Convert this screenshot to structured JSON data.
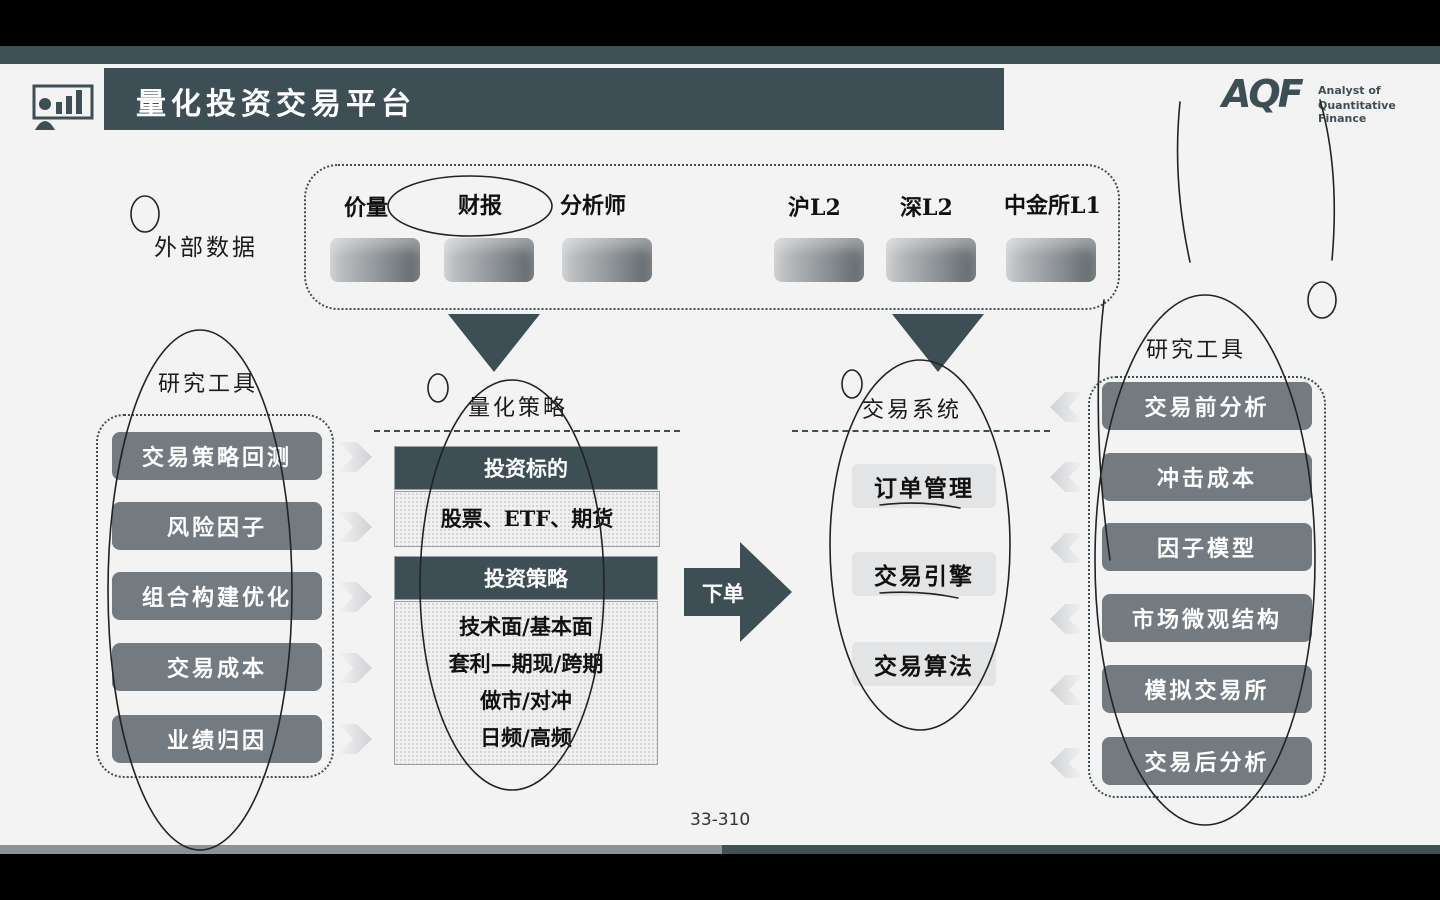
{
  "slide": {
    "title": "量化投资交易平台",
    "page_number": "33-310"
  },
  "logo": {
    "mark": "AQF",
    "line1": "Analyst of",
    "line2": "Quantitative Finance"
  },
  "external_data": {
    "label": "外部数据",
    "sources": [
      "价量",
      "财报",
      "分析师",
      "沪L2",
      "深L2",
      "中金所L1"
    ]
  },
  "left_tools": {
    "title": "研究工具",
    "items": [
      "交易策略回测",
      "风险因子",
      "组合构建优化",
      "交易成本",
      "业绩归因"
    ]
  },
  "strategy": {
    "title": "量化策略",
    "target_header": "投资标的",
    "target_value": "股票、ETF、期货",
    "strategy_header": "投资策略",
    "strategy_items": [
      "技术面/基本面",
      "套利—期现/跨期",
      "做市/对冲",
      "日频/高频"
    ]
  },
  "order_arrow": {
    "label": "下单"
  },
  "trading_system": {
    "title": "交易系统",
    "items": [
      "订单管理",
      "交易引擎",
      "交易算法"
    ]
  },
  "right_tools": {
    "title": "研究工具",
    "items": [
      "交易前分析",
      "冲击成本",
      "因子模型",
      "市场微观结构",
      "模拟交易所",
      "交易后分析"
    ]
  },
  "colors": {
    "dark_slate": "#3d4e55",
    "button_gray": "#737b80",
    "background": "#f3f3f4"
  }
}
